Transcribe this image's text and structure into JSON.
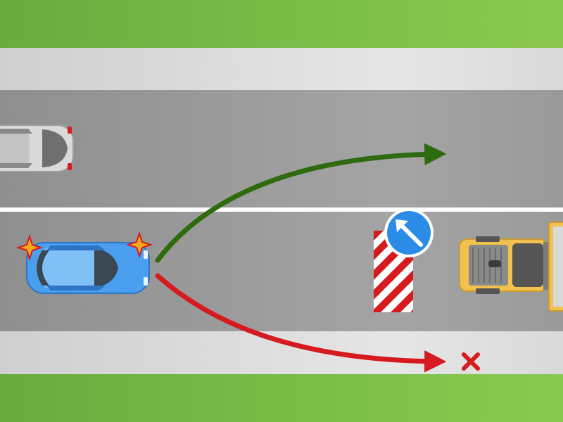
{
  "scene": {
    "lanes": 2,
    "oncoming_car": {
      "color": "#d9d9d9",
      "direction": "right"
    },
    "player_car": {
      "color": "#4a9ff0",
      "hazard_lights": "on"
    },
    "obstacle": {
      "type": "roadwork-barrier",
      "stripe_colors": [
        "#d61a1f",
        "#ffffff"
      ]
    },
    "keep_left_sign": {
      "shape": "circle",
      "background_color": "#2a8ce6",
      "arrow": "up-left"
    },
    "forklift": {
      "color": "#f2c14e"
    },
    "paths": [
      {
        "name": "left-lane-path",
        "color": "#2e6a0e",
        "status": "allowed"
      },
      {
        "name": "shoulder-path",
        "color": "#d61a1f",
        "status": "forbidden",
        "mark": "x-icon"
      }
    ],
    "colors": {
      "grass": "#79bc47",
      "asphalt": "#9a9a9a",
      "sidewalk": "#d8d8d8",
      "lane_divider": "#ffffff"
    }
  }
}
